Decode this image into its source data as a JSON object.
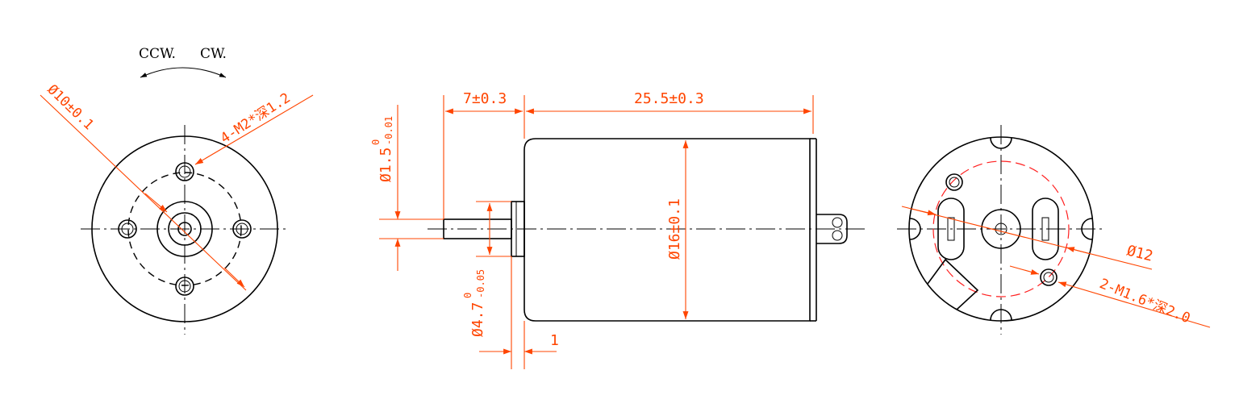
{
  "rotation": {
    "ccw_label": "CCW.",
    "cw_label": "CW."
  },
  "front_view": {
    "dia_center_label": "Ø10±0.1",
    "mount_holes_label": "4-M2*深1.2"
  },
  "side_view": {
    "shaft_length_label": "7±0.3",
    "body_length_label": "25.5±0.3",
    "shaft_dia_label": "Ø1.5",
    "shaft_dia_tol_upper": "0",
    "shaft_dia_tol_lower": "-0.01",
    "boss_dia_label": "Ø4.7",
    "boss_dia_tol_upper": "0",
    "boss_dia_tol_lower": "-0.05",
    "body_dia_label": "Ø16±0.1",
    "boss_thickness_label": "1"
  },
  "rear_view": {
    "pcd_label": "Ø12",
    "holes_label": "2-M1.6*深2.0"
  },
  "colors": {
    "dimension": "#ff4500",
    "outline": "#000000",
    "pcd_circle": "#ff2020"
  }
}
